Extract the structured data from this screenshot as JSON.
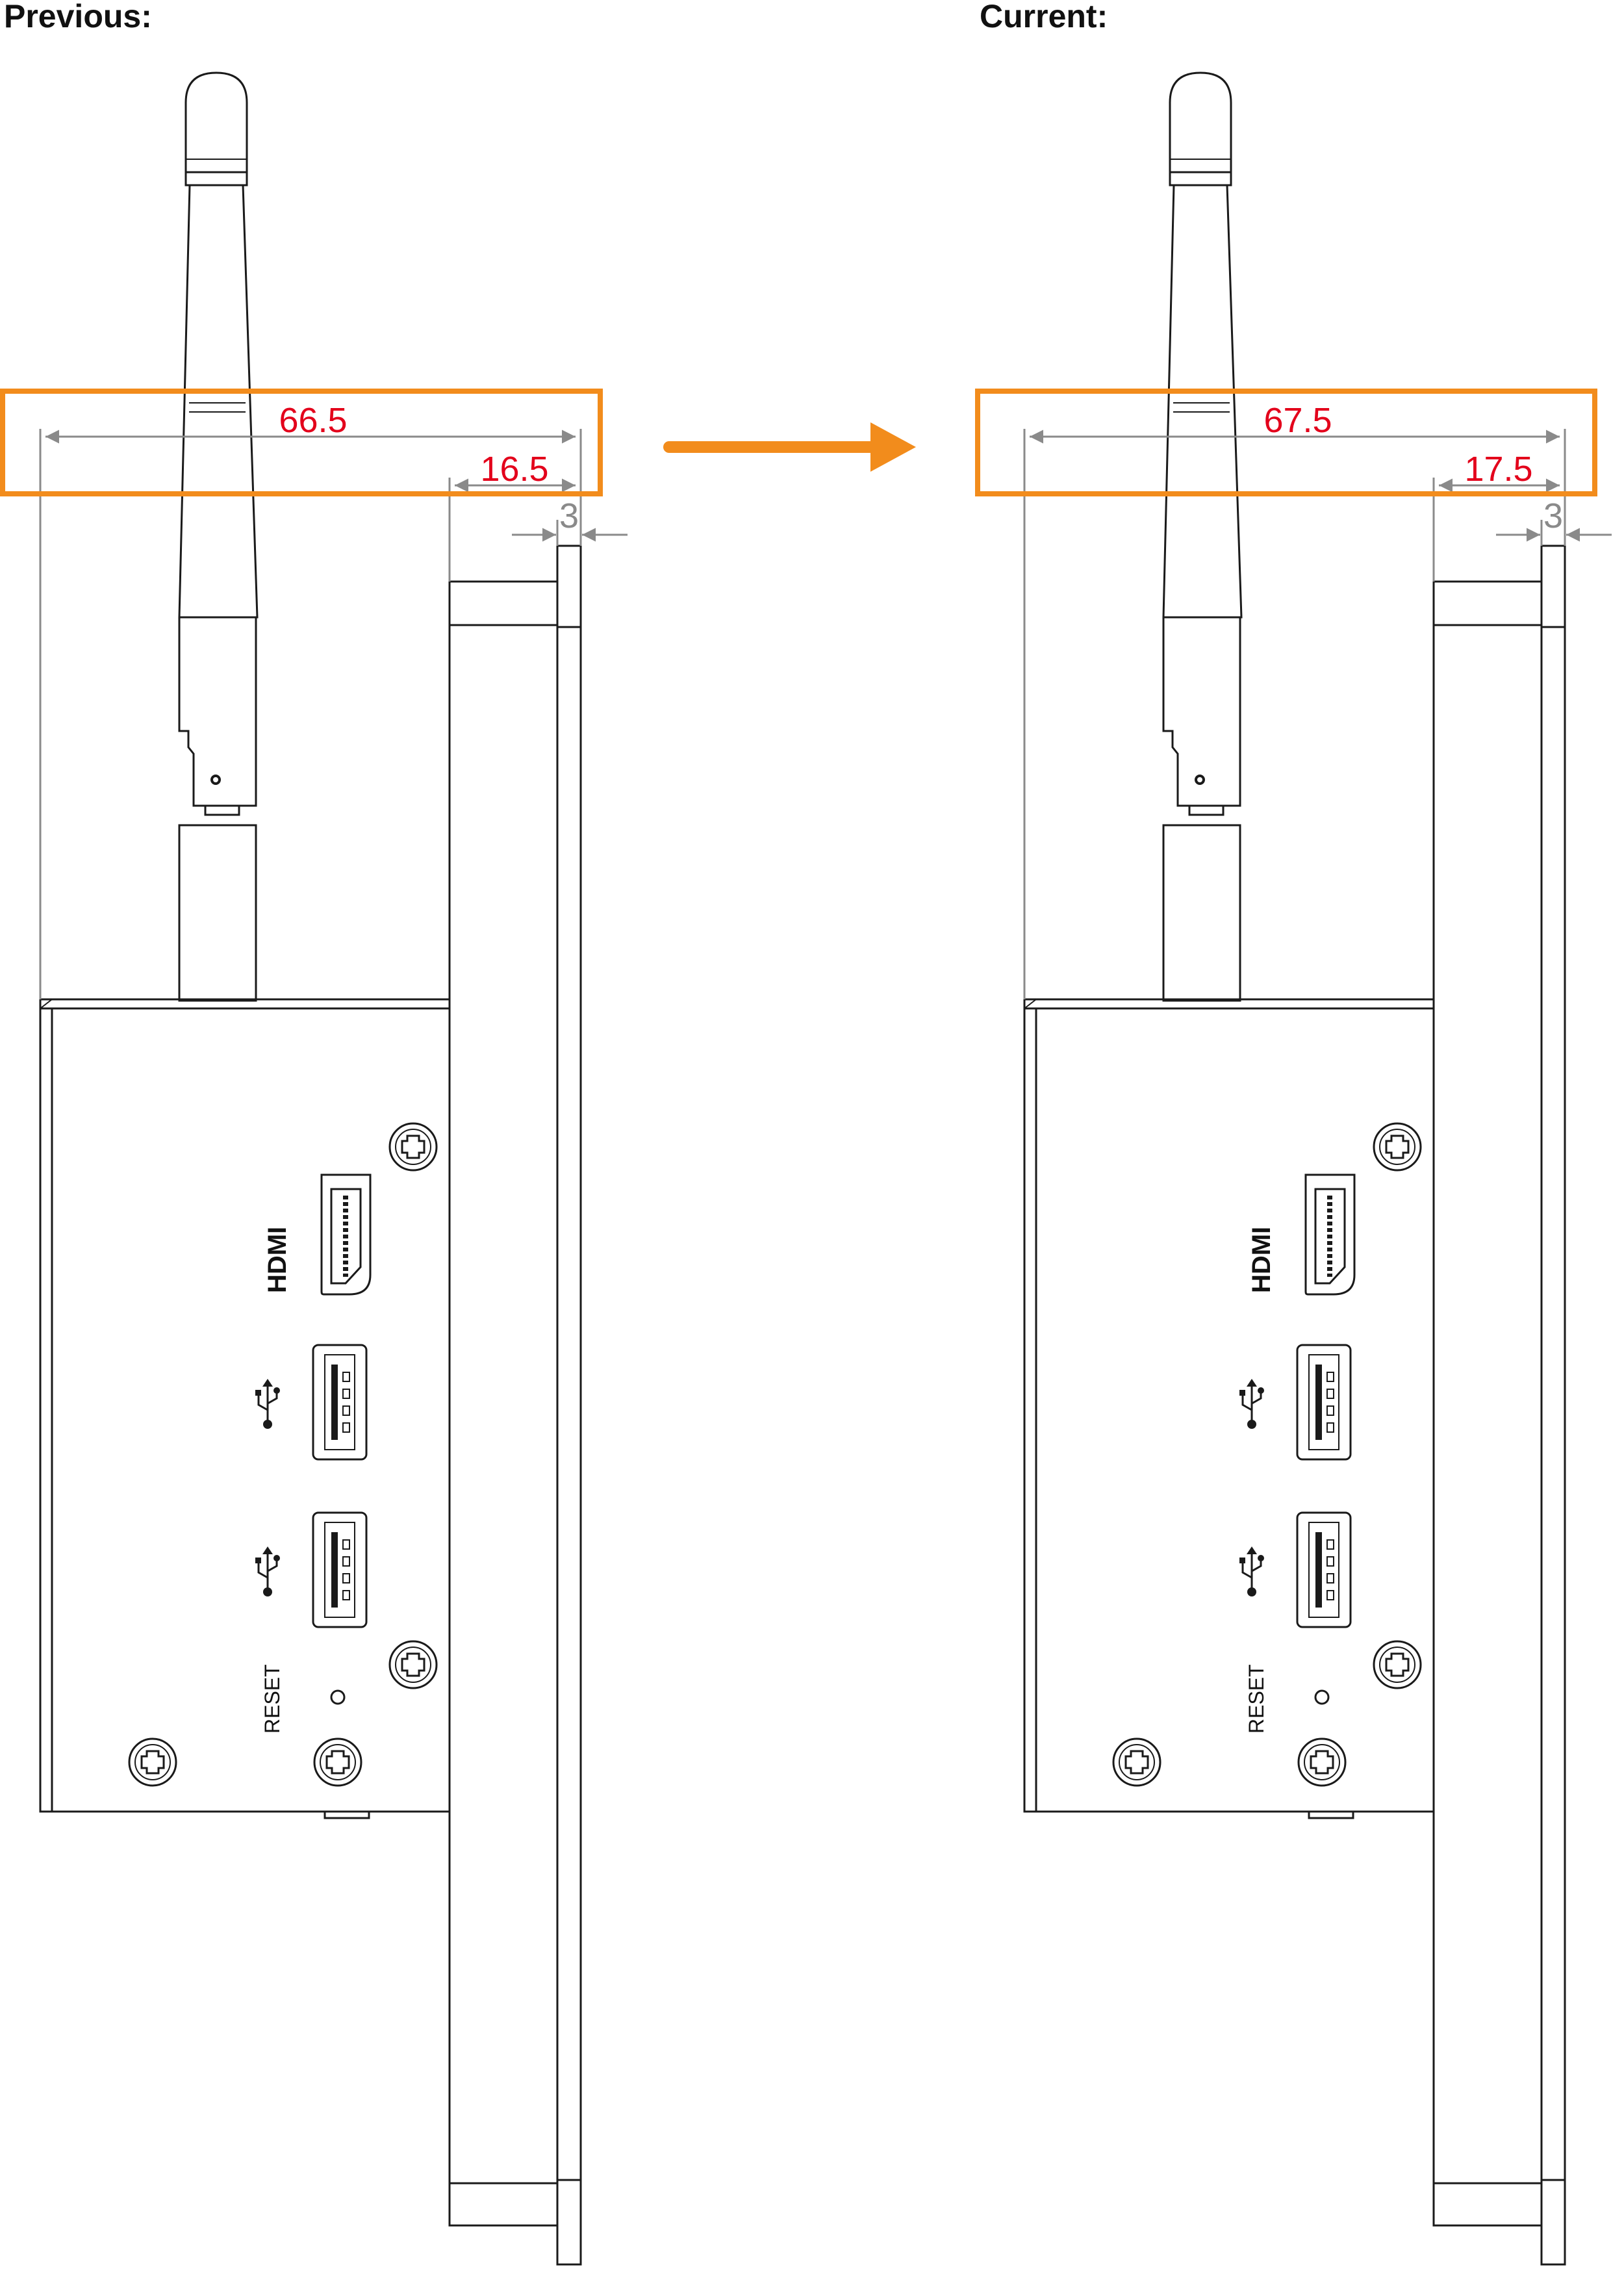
{
  "panels": [
    {
      "heading": "Previous:",
      "dim_total": "66.5",
      "dim_offset": "16.5",
      "dim_bezel": "3",
      "hdmi_label": "HDMI",
      "reset_label": "RESET"
    },
    {
      "heading": "Current:",
      "dim_total": "67.5",
      "dim_offset": "17.5",
      "dim_bezel": "3",
      "hdmi_label": "HDMI",
      "reset_label": "RESET"
    }
  ],
  "colors": {
    "highlight": "#f28c1c",
    "arrow": "#f28c1c",
    "dimension_text": "#e3001b",
    "dimension_lines": "#8a8a8a",
    "drawing_lines": "#1a1a1a"
  },
  "icons": [
    "arrow-right-icon",
    "hdmi-port-icon",
    "usb-port-icon",
    "usb-symbol-icon",
    "screw-icon",
    "reset-hole-icon"
  ]
}
